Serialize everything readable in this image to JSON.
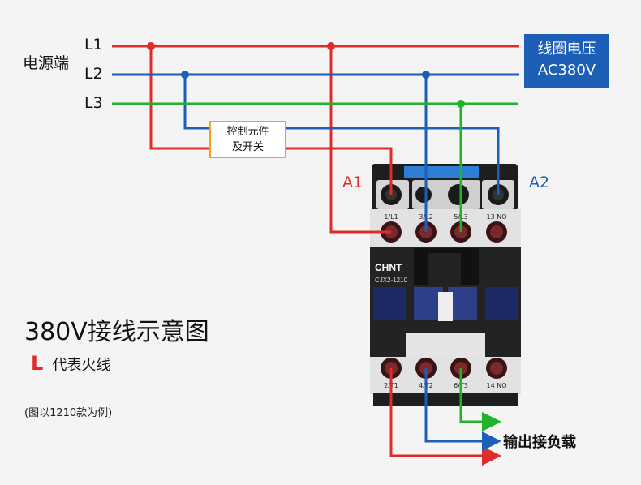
{
  "power_source": {
    "label": "电源端"
  },
  "lines": [
    {
      "label": "L1",
      "color": "#e02b2b"
    },
    {
      "label": "L2",
      "color": "#1d5eb6"
    },
    {
      "label": "L3",
      "color": "#22b22c"
    }
  ],
  "coil_voltage": {
    "line1": "线圈电压",
    "line2": "AC380V"
  },
  "control_element": {
    "line1": "控制元件",
    "line2": "及开关"
  },
  "coil_terminals": {
    "a1": "A1",
    "a2": "A2"
  },
  "contactor": {
    "brand": "CHNT",
    "model": "CJX2-1210",
    "top_terminals": [
      "1/L1",
      "3/L2",
      "5/L3",
      "13 NO"
    ],
    "bottom_terminals": [
      "2/T1",
      "4/T2",
      "6/T3",
      "14 NO"
    ]
  },
  "title": "380V接线示意图",
  "legend": {
    "symbol": "L",
    "text": "代表火线"
  },
  "note": "(图以1210款为例)",
  "output": {
    "label": "输出接负载"
  },
  "colors": {
    "live": "#e02b2b",
    "blue": "#1d5eb6",
    "green": "#22b22c",
    "control_border": "#f1a31d"
  }
}
